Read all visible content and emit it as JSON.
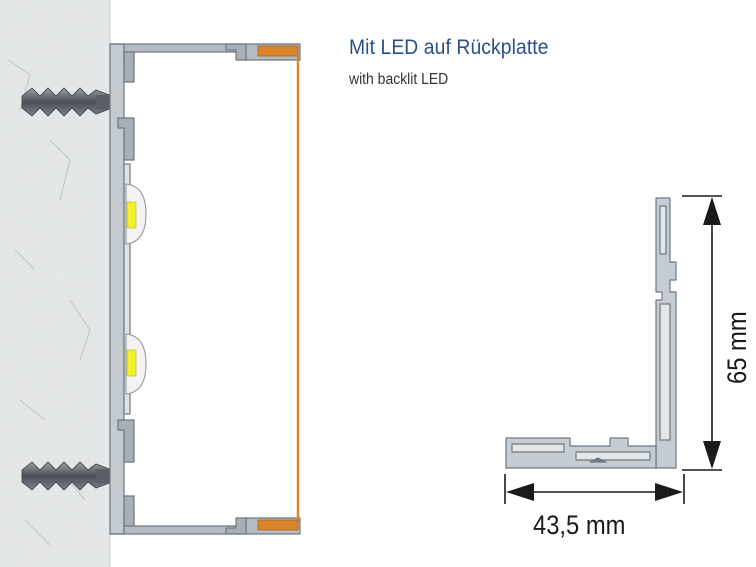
{
  "title": "Mit LED auf Rückplatte",
  "subtitle": "with backlit LED",
  "dimensions": {
    "width": "43,5 mm",
    "height": "65 mm"
  },
  "colors": {
    "title": "#2b4f8a",
    "profile": "#9ea7ae",
    "profile_stroke": "#6f7880",
    "cover": "#d9862b",
    "led": "#f2ef28",
    "wall": "#d8dadb"
  }
}
